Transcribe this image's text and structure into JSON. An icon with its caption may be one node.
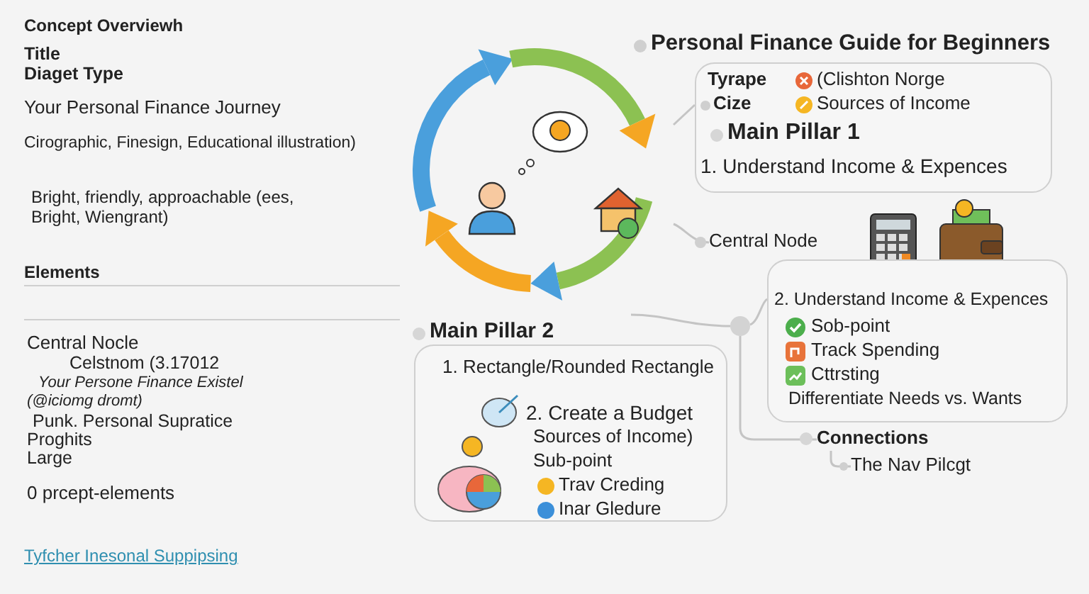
{
  "diagram": {
    "title": "Personal Finance Guide for Beginners",
    "nodes": [
      {
        "text": [
          "Tyrape",
          "(Clishton Norge",
          "Cize",
          "Sources of Income",
          "Main Pillar 1",
          "1. Understand Income & Expences"
        ]
      },
      {
        "text": [
          "2. Understand Income & Expences",
          "Sob-point",
          "Track Spending",
          "Cttrsting",
          "Differentiate Needs vs. Wants"
        ]
      },
      {
        "text": [
          "Main Pillar 2",
          "1. Rectangle/Rounded Rectangle",
          "2. Create a Budget",
          "Sources of Income)",
          "Sub-point",
          "Trav Creding",
          "Inar Gledure"
        ]
      },
      {
        "text": [],
        "shape": "picture"
      },
      {
        "text": [
          "Central Node"
        ]
      },
      {
        "text": [],
        "shape": "circle"
      },
      {
        "text": [
          "Connections"
        ]
      },
      {
        "text": [
          "The Nav Pilcgt"
        ]
      }
    ],
    "edges": [
      {
        "from": 3,
        "to": 0,
        "arrow": "none"
      },
      {
        "from": 4,
        "to": 3,
        "arrow": "none"
      },
      {
        "from": 5,
        "to": 3,
        "arrow": "none"
      },
      {
        "from": 5,
        "to": 1,
        "arrow": "none"
      },
      {
        "from": 5,
        "to": 6,
        "arrow": "none"
      },
      {
        "from": 6,
        "to": 7,
        "arrow": "none"
      }
    ],
    "labels": [
      "Concept Overviewh",
      "Title",
      "Diaget Type",
      "Your Personal Finance Journey",
      "Cirographic, Finesign, Educational illustration)",
      "Bright, friendly, approachable (ees, Bright, Wiengrant)",
      "Elements",
      "Central Nocle",
      "Celstnom (3.17012",
      "Your Persone Finance Existel",
      "(@iciomg dromt)",
      "Punk. Personal Supratice",
      "Proghits",
      "Large",
      "0 prcept-elements",
      "Tyfcher Inesonal Suppipsing"
    ]
  }
}
